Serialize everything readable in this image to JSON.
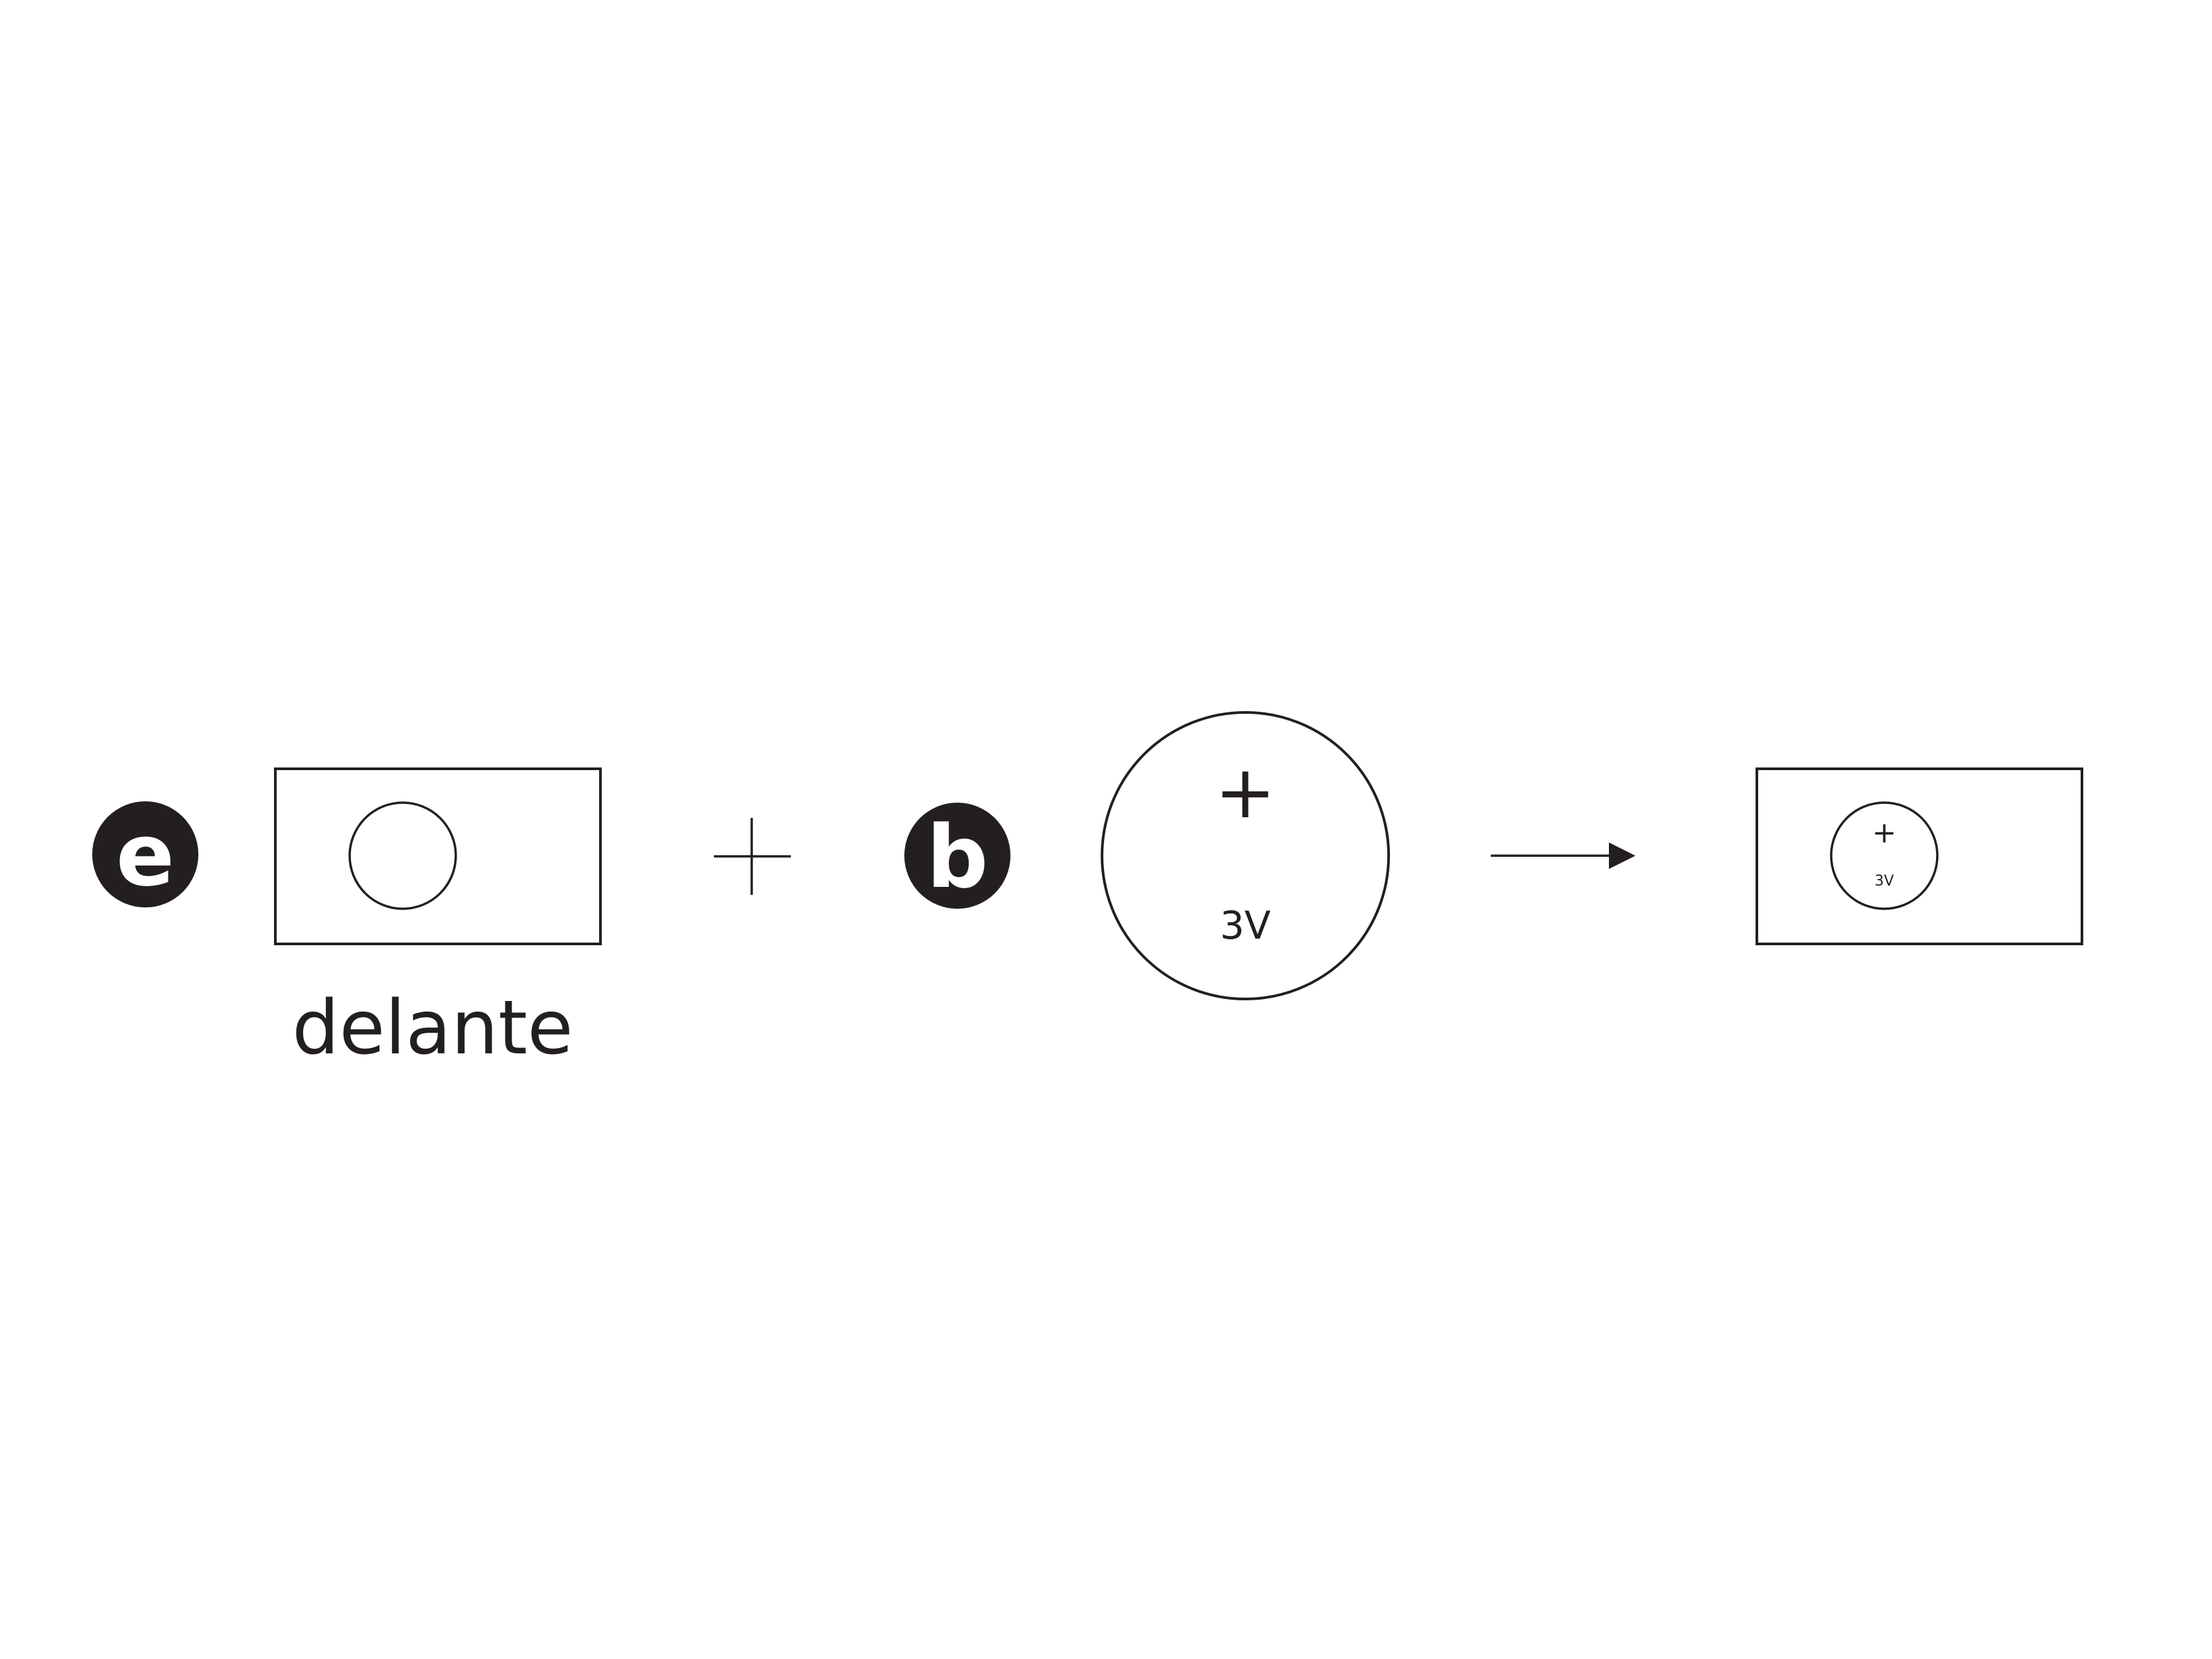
{
  "badges": {
    "first": "e",
    "second": "b"
  },
  "labels": {
    "front": "delante",
    "battery_plus": "+",
    "battery_voltage": "3V",
    "result_plus": "+",
    "result_voltage": "3V"
  },
  "icons": {
    "plus_operator": "plus-operator-icon",
    "arrow": "arrow-right-icon"
  },
  "colors": {
    "ink": "#231f20",
    "background": "#ffffff"
  }
}
